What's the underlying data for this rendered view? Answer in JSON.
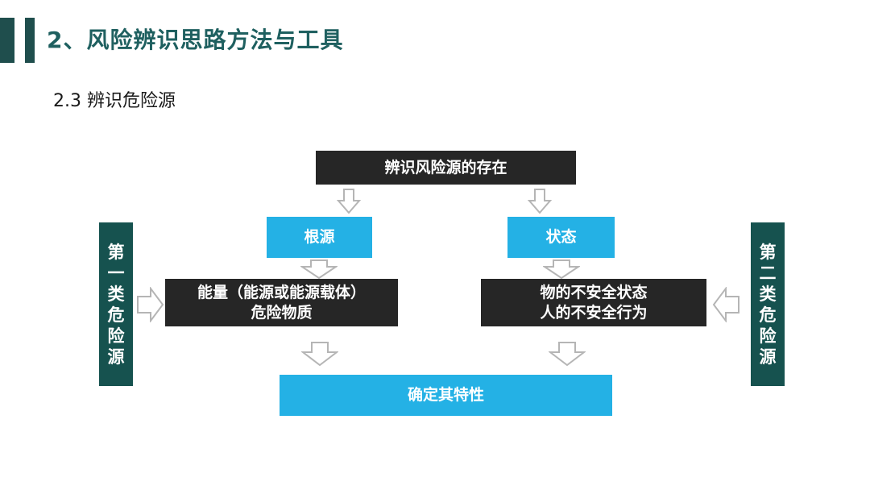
{
  "slide": {
    "title": "2、风险辨识思路方法与工具",
    "subtitle": "2.3 辨识危险源"
  },
  "diagram": {
    "top": "辨识风险源的存在",
    "root_source": "根源",
    "state": "状态",
    "energy_line1": "能量（能源或能源载体）",
    "energy_line2": "危险物质",
    "unsafe_line1": "物的不安全状态",
    "unsafe_line2": "人的不安全行为",
    "bottom": "确定其特性",
    "first_class": "第一类危险源",
    "second_class": "第二类危险源"
  },
  "colors": {
    "dark_teal": "#1f4e4d",
    "black_box": "#262626",
    "cyan_box": "#24b1e5",
    "arrow_outline": "#b5b5b5"
  }
}
